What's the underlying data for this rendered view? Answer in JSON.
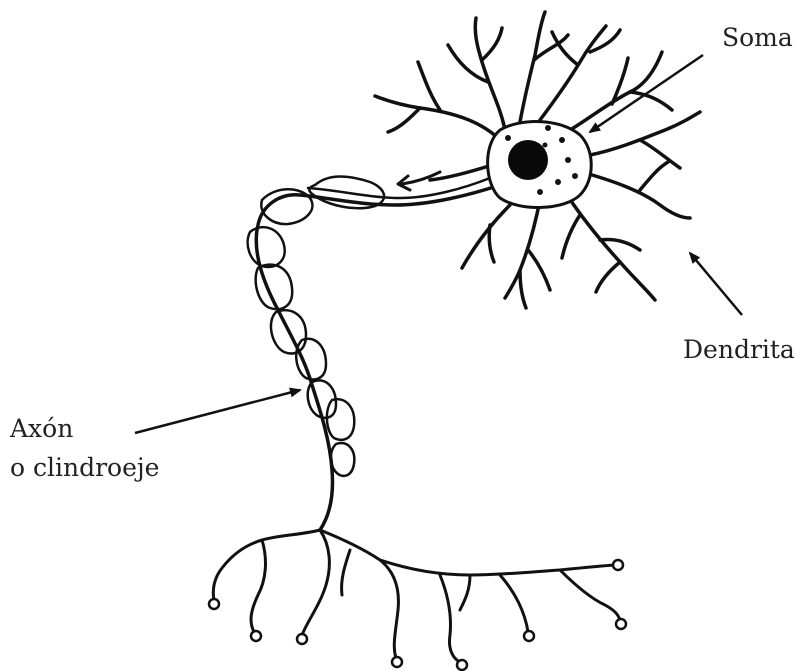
{
  "diagram": {
    "labels": {
      "soma": "Soma",
      "dendrita": "Dendrita",
      "axon_line1": "Axón",
      "axon_line2": "o clindroeje"
    },
    "colors": {
      "ink": "#111111",
      "nucleus": "#0a0a0a",
      "background": "#ffffff"
    }
  }
}
